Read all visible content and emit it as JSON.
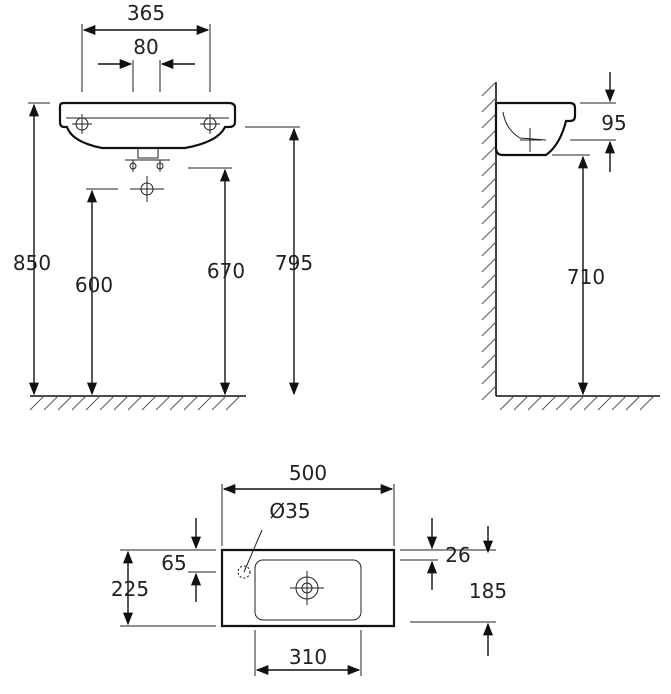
{
  "dimensions": {
    "front": {
      "width_overall": "365",
      "tap_spacing": "80",
      "rim_height": "850",
      "waste_height": "600",
      "trap_height": "670",
      "bowl_height": "795"
    },
    "side": {
      "depth": "95",
      "bottom_height": "710"
    },
    "plan": {
      "length": "500",
      "hole_diameter": "Ø35",
      "hole_offset": "65",
      "width": "225",
      "edge_gap": "26",
      "bowl_depth": "185",
      "bowl_length": "310"
    }
  }
}
